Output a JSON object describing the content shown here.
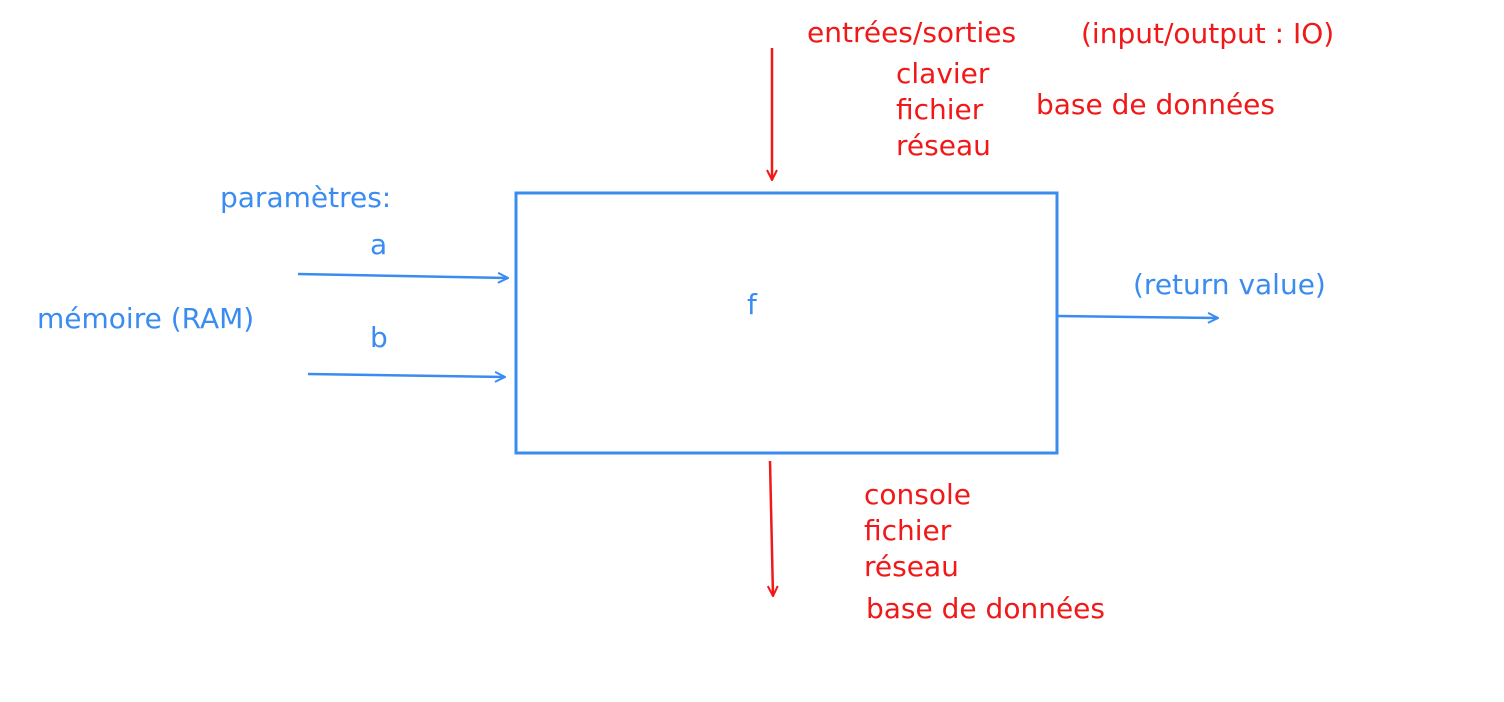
{
  "colors": {
    "blue": "#3a8cf0",
    "red": "#f01818"
  },
  "function_box": {
    "label": "f"
  },
  "parameters": {
    "heading": "paramètres:",
    "a": "a",
    "b": "b",
    "memory": "mémoire (RAM)"
  },
  "return": {
    "label": "(return value)"
  },
  "io_input": {
    "heading": "entrées/sorties",
    "io_note": "(input/output : IO)",
    "items": [
      "clavier",
      "fichier",
      "réseau"
    ],
    "database": "base de données"
  },
  "io_output": {
    "items": [
      "console",
      "fichier",
      "réseau"
    ],
    "database": "base de données"
  }
}
